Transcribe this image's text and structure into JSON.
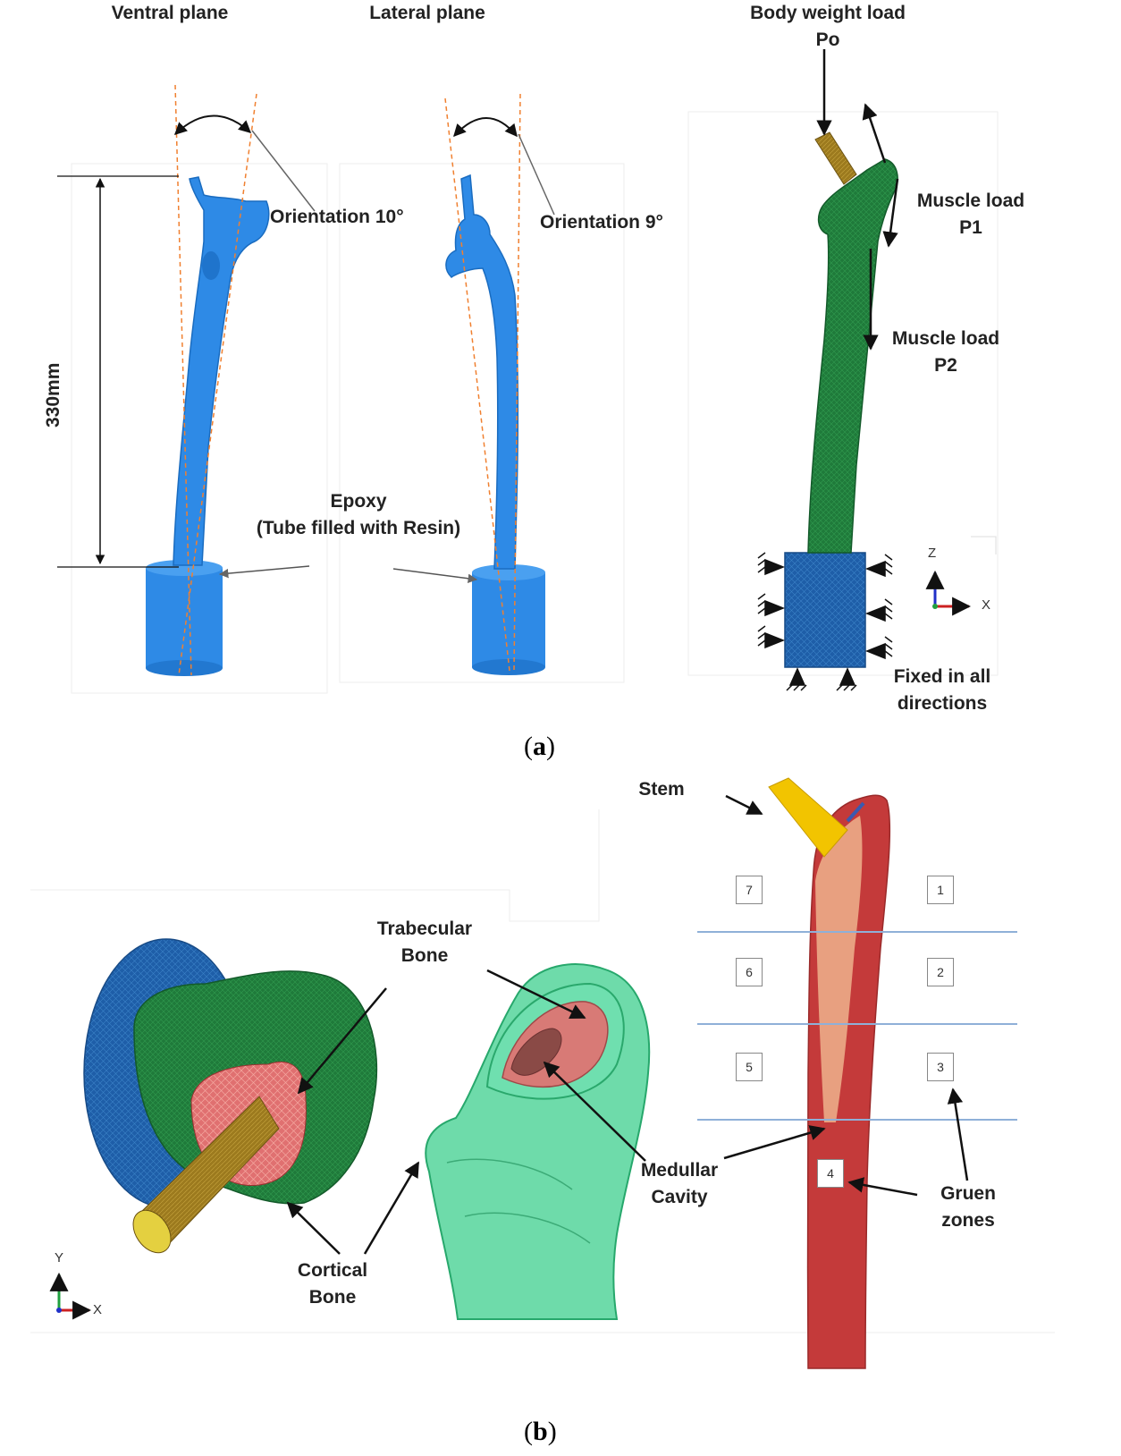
{
  "panel_a": {
    "caption_open": "(",
    "caption_letter": "a",
    "caption_close": ")",
    "ventral_plane": "Ventral plane",
    "lateral_plane": "Lateral plane",
    "body_weight_line1": "Body weight load",
    "body_weight_line2": "Po",
    "orientation_ventral": "Orientation 10°",
    "orientation_lateral": "Orientation 9°",
    "muscle_p1_line1": "Muscle load",
    "muscle_p1_line2": "P1",
    "muscle_p2_line1": "Muscle load",
    "muscle_p2_line2": "P2",
    "length": "330mm",
    "epoxy_line1": "Epoxy",
    "epoxy_line2": "(Tube filled with Resin)",
    "fixed_line1": "Fixed in all",
    "fixed_line2": "directions",
    "axis_z": "Z",
    "axis_x": "X"
  },
  "panel_b": {
    "caption_open": "(",
    "caption_letter": "b",
    "caption_close": ")",
    "stem": "Stem",
    "trabecular_line1": "Trabecular",
    "trabecular_line2": "Bone",
    "medullar_line1": "Medullar",
    "medullar_line2": "Cavity",
    "cortical_line1": "Cortical",
    "cortical_line2": "Bone",
    "gruen_line1": "Gruen",
    "gruen_line2": "zones",
    "axis_y": "Y",
    "axis_x": "X",
    "zones": [
      "7",
      "1",
      "6",
      "2",
      "5",
      "3",
      "4"
    ]
  },
  "colors": {
    "bone_blue": "#2e8ae6",
    "mesh_green": "#1f7a3a",
    "cement_blue": "#1e5ea8",
    "stem_gold": "#8a6a1a",
    "stem_yellow": "#f2c400",
    "cortical_red": "#c43a3a",
    "trabecular_pink": "#e8a080",
    "translucent_green": "#3ecf8e",
    "guide_orange": "#f08030",
    "zone_line": "#8fb0d8"
  }
}
